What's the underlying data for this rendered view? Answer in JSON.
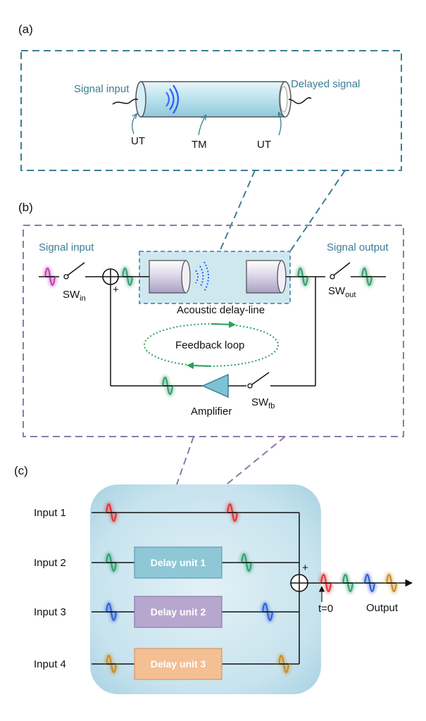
{
  "panels": {
    "a": "(a)",
    "b": "(b)",
    "c": "(c)"
  },
  "panel_a": {
    "signal_input": "Signal input",
    "delayed_signal": "Delayed signal",
    "ut_left": "UT",
    "tm": "TM",
    "ut_right": "UT"
  },
  "panel_b": {
    "signal_input": "Signal input",
    "signal_output": "Signal output",
    "sw_in": "SW",
    "sw_in_sub": "in",
    "sw_out": "SW",
    "sw_out_sub": "out",
    "sw_fb": "SW",
    "sw_fb_sub": "fb",
    "plus": "+",
    "delay_line": "Acoustic delay-line",
    "feedback": "Feedback loop",
    "amplifier": "Amplifier"
  },
  "panel_c": {
    "inputs": [
      "Input 1",
      "Input 2",
      "Input 3",
      "Input 4"
    ],
    "units": [
      "Delay unit 1",
      "Delay unit 2",
      "Delay unit 3"
    ],
    "plus": "+",
    "t0": "t=0",
    "output": "Output"
  },
  "colors": {
    "teal_dash": "#3b7f95",
    "purple_dash": "#8e7aa8",
    "unit1": "#8fc7d6",
    "unit2": "#b7a7cf",
    "unit3": "#f4bf93",
    "wave1": "#e03030",
    "wave2": "#2e9e6b",
    "wave3": "#2b5cd6",
    "wave4": "#c98a1f",
    "wave_in": "#c03fb0"
  }
}
